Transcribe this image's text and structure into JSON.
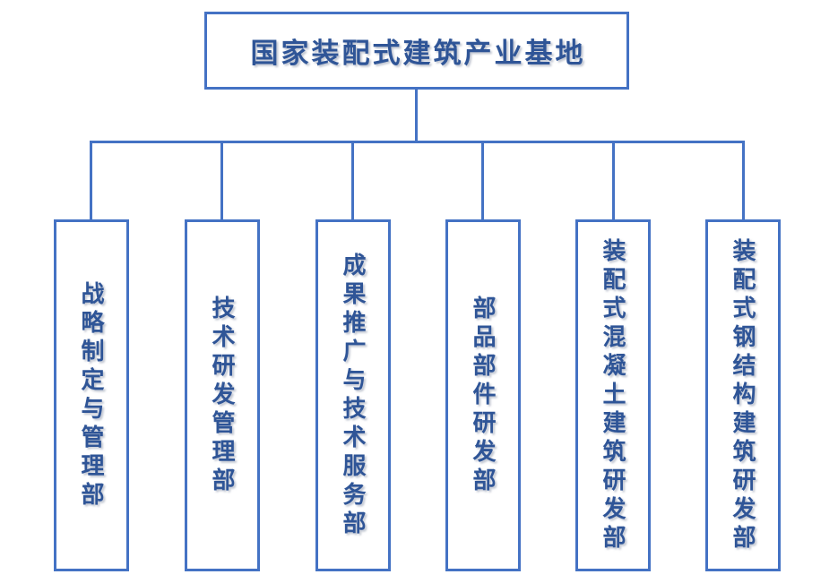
{
  "org_chart": {
    "root": {
      "label": "国家装配式建筑产业基地"
    },
    "departments": [
      {
        "label": "战略制定与管理部"
      },
      {
        "label": "技术研发管理部"
      },
      {
        "label": "成果推广与技术服务部"
      },
      {
        "label": "部品部件研发部"
      },
      {
        "label": "装配式混凝土建筑研发部"
      },
      {
        "label": "装配式钢结构建筑研发部"
      }
    ],
    "colors": {
      "box_border": "#4472C4",
      "connector_line": "#4472C4",
      "text": "#2F5597",
      "background": "#FFFFFF"
    }
  }
}
